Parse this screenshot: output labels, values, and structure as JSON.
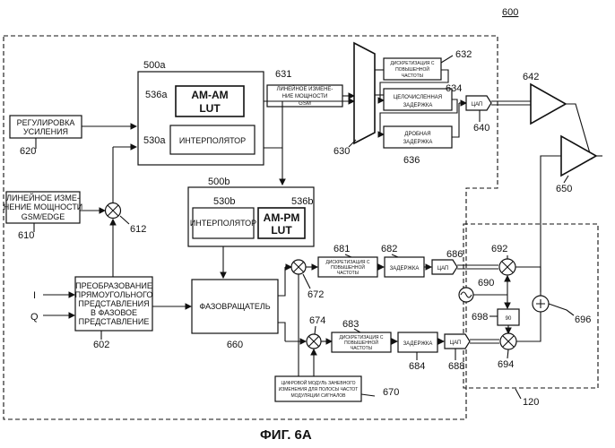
{
  "figure": {
    "number": "600",
    "caption": "ФИГ. 6A",
    "region_ref": "120"
  },
  "blocks": {
    "b500a": {
      "ref": "500a"
    },
    "amam": {
      "title": "AM-AM",
      "sub": "LUT",
      "ref": "536a"
    },
    "interp_a": {
      "label": "ИНТЕРПОЛЯТОР",
      "ref": "530a"
    },
    "b500b": {
      "ref": "500b"
    },
    "interp_b": {
      "label": "ИНТЕРПОЛЯТОР",
      "ref": "530b"
    },
    "ampm": {
      "title": "AM-PM",
      "sub": "LUT",
      "ref": "536b"
    },
    "gain": {
      "line1": "РЕГУЛИРОВКА",
      "line2": "УСИЛЕНИЯ",
      "ref": "620"
    },
    "lin_edge": {
      "line1": "ЛИНЕЙНОЕ ИЗМЕ-",
      "line2": "НЕНИЕ МОЩНОСТИ",
      "line3": "GSM/EDGE",
      "ref": "610"
    },
    "mult612": {
      "ref": "612"
    },
    "lin_gsm": {
      "line1": "ЛИНЕЙНОЕ ИЗМЕНЕ-",
      "line2": "НИЕ МОЩНОСТИ",
      "line3": "GSM",
      "ref": "631"
    },
    "mux": {
      "ref": "630"
    },
    "up632": {
      "line1": "ДИСКРЕТИЗАЦИЯ С",
      "line2": "ПОВЫШЕННОЙ",
      "line3": "ЧАСТОТЫ",
      "ref": "632"
    },
    "int_delay": {
      "line1": "ЦЕЛОЧИСЛЕННАЯ",
      "line2": "ЗАДЕРЖКА",
      "ref": "634"
    },
    "frac_delay": {
      "line1": "ДРОБНАЯ",
      "line2": "ЗАДЕРЖКА",
      "ref": "636"
    },
    "dac640": {
      "label": "ЦАП",
      "ref": "640"
    },
    "amp642": {
      "ref": "642"
    },
    "amp650": {
      "ref": "650"
    },
    "rect_polar": {
      "line1": "ПРЕОБРАЗОВАНИЕ",
      "line2": "ПРЯМОУГОЛЬНОГО",
      "line3": "ПРЕДСТАВЛЕНИЯ",
      "line4": "В ФАЗОВОЕ",
      "line5": "ПРЕДСТАВЛЕНИЕ",
      "ref": "602"
    },
    "inputs": {
      "i": "I",
      "q": "Q"
    },
    "phase_rot": {
      "label": "ФАЗОВРАЩАТЕЛЬ",
      "ref": "660"
    },
    "mult672": {
      "ref": "672"
    },
    "mult674": {
      "ref": "674"
    },
    "up681": {
      "line1": "ДИСКРЕТИЗАЦИЯ С",
      "line2": "ПОВЫШЕННОЙ",
      "line3": "ЧАСТОТЫ",
      "ref": "681"
    },
    "delay682": {
      "label": "ЗАДЕРЖКА",
      "ref": "682"
    },
    "dac686": {
      "label": "ЦАП",
      "ref": "686"
    },
    "up683": {
      "line1": "ДИСКРЕТИЗАЦИЯ С",
      "line2": "ПОВЫШЕННОЙ",
      "line3": "ЧАСТОТЫ",
      "ref": "683"
    },
    "delay684": {
      "label": "ЗАДЕРЖКА",
      "ref": "684"
    },
    "dac688": {
      "label": "ЦАП",
      "ref": "688"
    },
    "mult692": {
      "ref": "692"
    },
    "mult694": {
      "ref": "694"
    },
    "osc": {
      "ref": "690"
    },
    "ph90": {
      "label": "90",
      "ref": "698"
    },
    "sum696": {
      "ref": "696"
    },
    "digital_model": {
      "line1": "ЦИФРОВОЙ МОДУЛЬ ЗАНЕВНОГО",
      "line2": "ИЗМЕНЕНИЯ ДЛЯ ПОЛОСЫ ЧАСТОТ",
      "line3": "МОДУЛЯЦИИ СИГНАЛОВ",
      "ref": "670"
    }
  }
}
